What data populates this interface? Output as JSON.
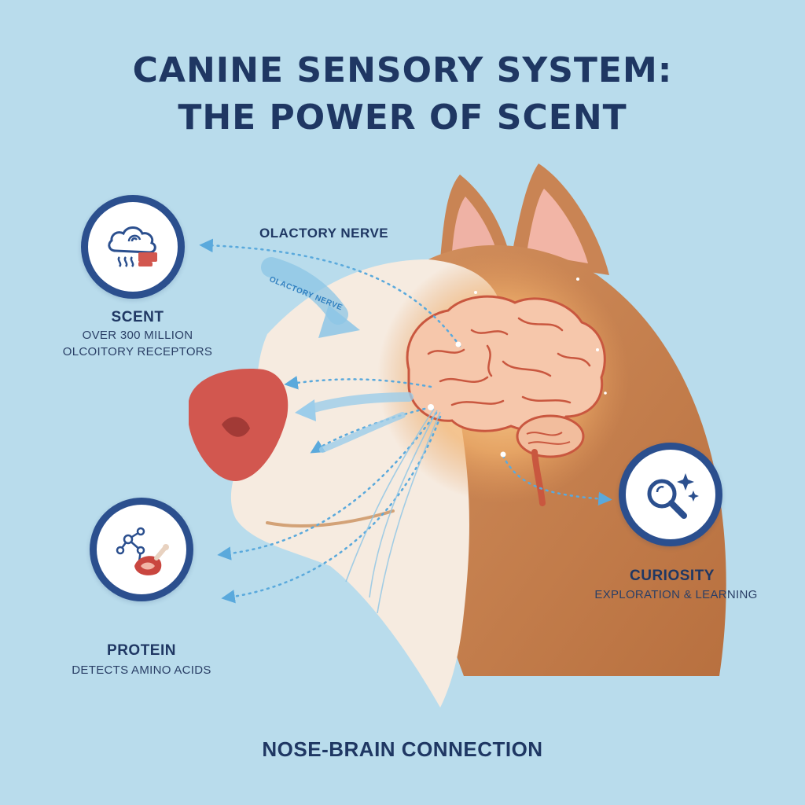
{
  "title": {
    "line1": "CANINE SENSORY SYSTEM:",
    "line2": "THE POWER OF SCENT"
  },
  "nerve_label": "OLACTORY NERVE",
  "nerve_arrow_label": "OLACTORY NERVE",
  "scent": {
    "title": "SCENT",
    "line1": "OVER 300 MILLION",
    "line2": "OLCOITORY RECEPTORS",
    "icon": "scent-cloud-icon"
  },
  "protein": {
    "title": "PROTEIN",
    "line1": "DETECTS AMINO ACIDS",
    "icon": "molecule-meat-icon"
  },
  "curiosity": {
    "title": "CURIOSITY",
    "line1": "EXPLORATION & LEARNING",
    "icon": "magnifier-sparkle-icon"
  },
  "footer": "NOSE-BRAIN CONNECTION",
  "colors": {
    "background": "#b9dcec",
    "navy": "#1f3763",
    "badge_ring": "#2b4f8e",
    "fur": "#c98454",
    "muzzle": "#f6ebe0",
    "nose": "#d2574f",
    "arrow": "#5aa9dc"
  }
}
